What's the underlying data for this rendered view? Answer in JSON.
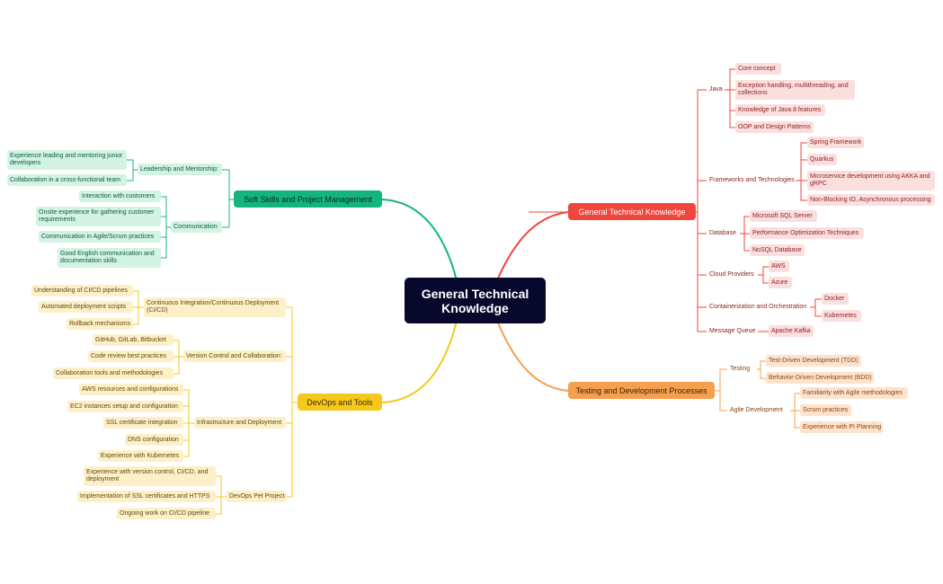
{
  "central": "General Technical Knowledge",
  "tech": {
    "title": "General Technical Knowledge",
    "java": {
      "label": "Java",
      "items": [
        "Core concept",
        "Exception handling, multithreading, and collections",
        "Knowledge of Java 8 features",
        "OOP and Design Patterns"
      ]
    },
    "frameworks": {
      "label": "Frameworks and Technologies",
      "items": [
        "Spring Framework",
        "Quarkus",
        "Microservice development using AKKA and gRPC",
        "Non-Blocking IO, Asynchronous processing"
      ]
    },
    "database": {
      "label": "Database",
      "items": [
        "Microsoft SQL Server",
        "Performance Optimization Techniques",
        "NoSQL Database"
      ]
    },
    "cloud": {
      "label": "Cloud Providers",
      "items": [
        "AWS",
        "Azure"
      ]
    },
    "containers": {
      "label": "Containerization and Orchestration",
      "items": [
        "Docker",
        "Kubernetes"
      ]
    },
    "mq": {
      "label": "Message Queue",
      "items": [
        "Apache Kafka"
      ]
    }
  },
  "testing": {
    "title": "Testing and Development Processes",
    "testing": {
      "label": "Testing",
      "items": [
        "Test-Driven Development (TDD)",
        "Behavior-Driven Development (BDD)"
      ]
    },
    "agile": {
      "label": "Agile Development",
      "items": [
        "Familiarity with Agile methodologies",
        "Scrum practices",
        "Experience with PI Planning"
      ]
    }
  },
  "soft": {
    "title": "Soft Skills and Project Management",
    "leadership": {
      "label": "Leadership and Mentorship:",
      "items": [
        "Experience leading and mentoring junior developers",
        "Collaboration in a cross-functional team"
      ]
    },
    "communication": {
      "label": "Communication",
      "items": [
        "Interaction with customers",
        "Onsite experience for gathering customer requirements",
        "Communication in Agile/Scrum practices",
        "Good English communication and documentation skills"
      ]
    }
  },
  "devops": {
    "title": "DevOps and Tools",
    "ci": {
      "label": "Continuous Integration/Continuous Deployment (CI/CD)",
      "items": [
        "Understanding of CI/CD pipelines",
        "Automated deployment scripts",
        "Rollback mechanisms"
      ]
    },
    "vcs": {
      "label": "Version Control and Collaboration:",
      "items": [
        "GitHub, GitLab, Bitbucket",
        "Code review best practices",
        "Collaboration tools and methodologies"
      ]
    },
    "infra": {
      "label": "Infrastructure and Deployment",
      "items": [
        "AWS resources and configurations",
        "EC2 instances setup and configuration",
        "SSL certificate integration",
        "DNS configuration",
        "Experience with Kubernetes"
      ]
    },
    "pet": {
      "label": "DevOps Pet Project",
      "items": [
        "Experience with version control, CI/CD, and deployment",
        "Implementation of SSL certificates and HTTPS",
        "Ongoing work on CI/CD pipeline"
      ]
    }
  },
  "colors": {
    "central": "#07082b",
    "red": "#f0463b",
    "orange": "#f4a04f",
    "green": "#13b57e",
    "yellow": "#f7c81b"
  }
}
